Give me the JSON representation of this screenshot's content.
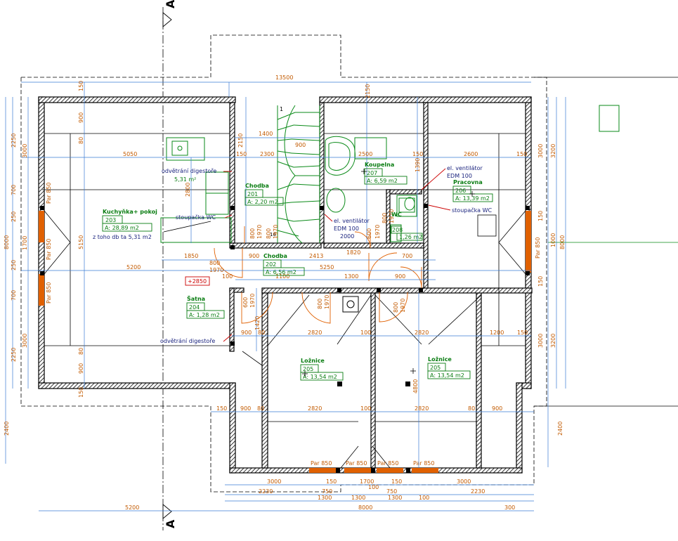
{
  "section_mark": "A",
  "rooms": [
    {
      "id": "kuchyn",
      "name": "Kuchyňka+ pokoj",
      "number": "203",
      "area": "A: 28,89 m2",
      "extra": "z toho db ta 5,31 m2"
    },
    {
      "id": "chodba1",
      "name": "Chodba",
      "number": "201",
      "area": "A: 2,20 m2"
    },
    {
      "id": "chodba2",
      "name": "Chodba",
      "number": "202",
      "area": "A: 6,56 m2"
    },
    {
      "id": "koupelna",
      "name": "Koupelna",
      "number": "207",
      "area": "A: 6,59 m2"
    },
    {
      "id": "pracovna",
      "name": "Pracovna",
      "number": "206",
      "area": "A: 13,39 m2"
    },
    {
      "id": "wc",
      "name": "WC",
      "number": "208",
      "area": "1,26 m2"
    },
    {
      "id": "satna",
      "name": "Šatna",
      "number": "204",
      "area": "A: 1,28 m2"
    },
    {
      "id": "loznice1",
      "name": "Ložnice",
      "number": "205",
      "area": "A: 13,54 m2"
    },
    {
      "id": "loznice2",
      "name": "Ložnice",
      "number": "205",
      "area": "A: 13,54 m2"
    }
  ],
  "notes": {
    "odvetrani1": "odvětrání digestoře",
    "area531": "5,31 m²",
    "stoupacka1": "stoupačka WC",
    "stoupacka2": "stoupačka WC",
    "ventilator1a": "el. ventilátor",
    "ventilator1b": "EDM 100",
    "ventilator2a": "el. ventilátor",
    "ventilator2b": "EDM 100",
    "ventilator2c": "2000",
    "odvetrani2": "odvětrání digestoře",
    "level": "+2850"
  },
  "dimensions": {
    "top_total": "13500",
    "top_left": "5050",
    "top_mid1": "150",
    "top_mid2": "2300",
    "top_mid3": "900",
    "top_mid4": "2500",
    "top_mid5": "150",
    "top_right": "2600",
    "top_right2": "150",
    "d1400": "1400",
    "d2150": "2150",
    "d900a": "900",
    "d150a": "150",
    "d150b": "150",
    "d1820": "1820",
    "d1390": "1390",
    "mid_5200": "5200",
    "mid_5250": "5250",
    "mid_2413": "2413",
    "mid_700": "700",
    "mid_900a": "900",
    "mid_1300": "1300",
    "mid_900b": "900",
    "mid_1100": "1100",
    "mid_1850": "1850",
    "mid_800": "800",
    "mid_1970": "1970",
    "mid_100": "100",
    "row_900": "900",
    "row_80": "80",
    "row_2820a": "2820",
    "row_100a": "100",
    "row_2820b": "2820",
    "row_1200": "1200",
    "row_150": "150",
    "bot_150": "150",
    "bot_900": "900",
    "bot_80": "80",
    "bot_2820a": "2820",
    "bot_100": "100",
    "bot_2820b": "2820",
    "bot_80b": "80",
    "bot_900b": "900",
    "b_3000a": "3000",
    "b_150a": "150",
    "b_1700": "1700",
    "b_150b": "150",
    "b_3000b": "3000",
    "b_2230a": "2230",
    "b_750a": "750",
    "b_100a": "100",
    "b_750b": "750",
    "b_2230b": "2230",
    "b_1300a": "1300",
    "b_1300b": "1300",
    "b_1300c": "1300",
    "b_100b": "100",
    "b_5200": "5200",
    "b_8000": "8000",
    "b_300": "300",
    "l_2250a": "2250",
    "l_3000a": "3000",
    "l_700a": "700",
    "l_250a": "250",
    "l_1700": "1700",
    "l_250b": "250",
    "l_700b": "700",
    "l_2250b": "2250",
    "l_3000b": "3000",
    "l_8000": "8000",
    "l_2400": "2400",
    "l_150a": "150",
    "l_900a": "900",
    "l_80a": "80",
    "l_5150": "5150",
    "l_80b": "80",
    "l_900b": "900",
    "l_150b": "150",
    "r_3000a": "3000",
    "r_3200a": "3200",
    "r_1000": "1000",
    "r_8000": "8000",
    "r_3000b": "3000",
    "r_3200b": "3200",
    "r_2400": "2400",
    "r_150a": "150",
    "r_150b": "150",
    "door_800a": "800",
    "door_1970a": "1970",
    "door_800b": "800",
    "door_1970b": "1970",
    "door_600": "600",
    "door_1970c": "1970",
    "door_800c": "800",
    "door_1970d": "1970",
    "door_600b": "600",
    "door_1970e": "1970",
    "door_800d": "800",
    "door_1970f": "1970",
    "door_800e": "800",
    "door_1970g": "1970",
    "stair16": "16",
    "stair1": "1",
    "d2800": "2800",
    "d1420": "1420",
    "d4800": "4800",
    "d2150b": "2150"
  },
  "windows": [
    "Par 850",
    "Par 850",
    "Par 850",
    "Par 850",
    "Par 850",
    "Par 850",
    "Par 850",
    "Par 850"
  ]
}
